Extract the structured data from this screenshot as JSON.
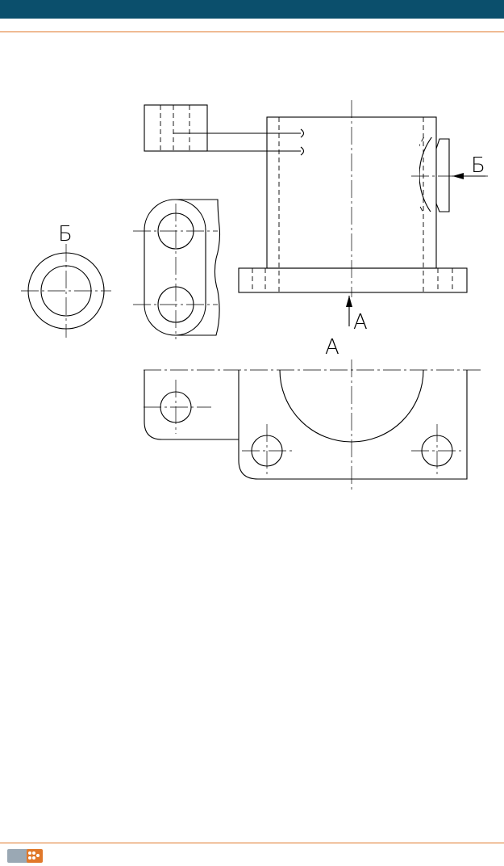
{
  "colors": {
    "header_band": "#0b4f6c",
    "accent_rule": "#e0782a",
    "line": "#000000",
    "logo_gray": "#9aa8b4",
    "logo_orange": "#e0782a"
  },
  "icons": {
    "footer_logo": "publisher-logo"
  },
  "drawing": {
    "labels": {
      "view_b_title": "Б",
      "arrow_b_label": "Б",
      "arrow_a_label": "А",
      "view_a_title": "А"
    }
  }
}
